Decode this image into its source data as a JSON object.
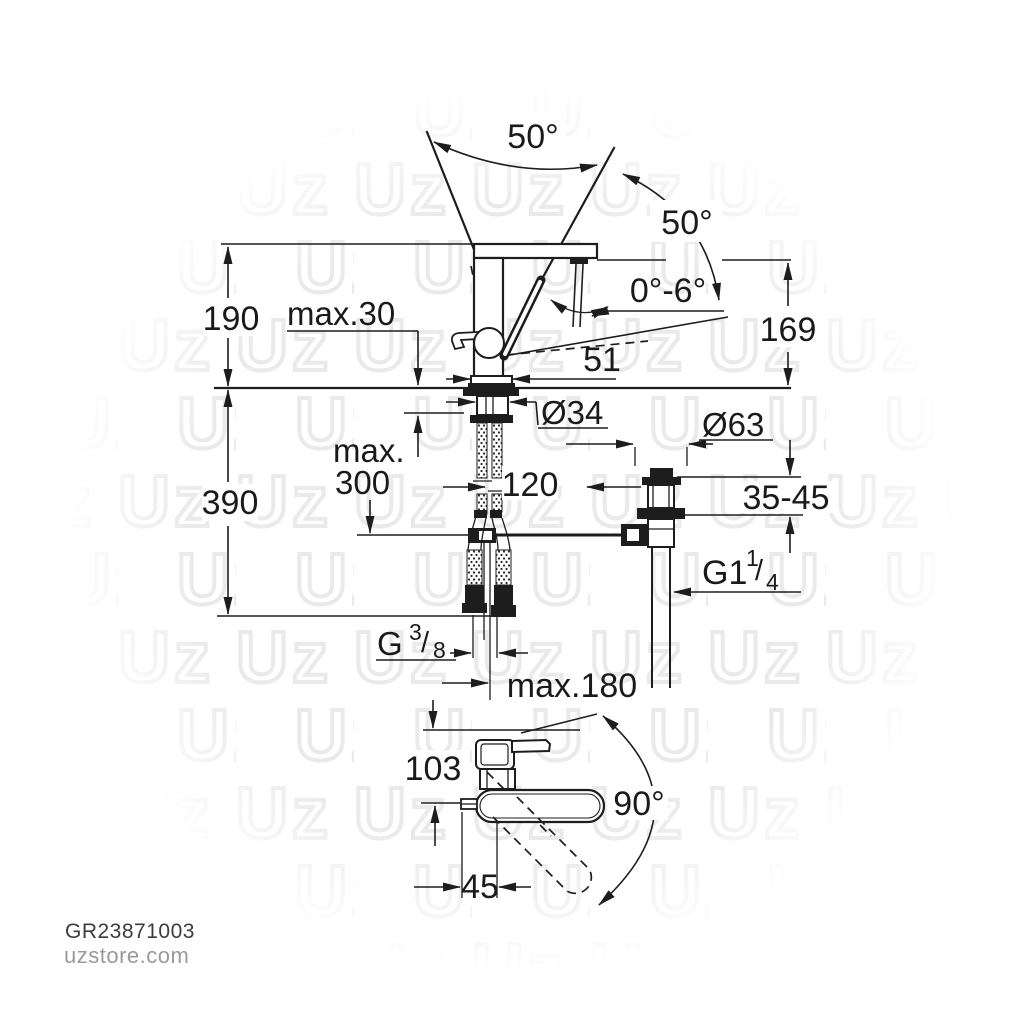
{
  "drawing": {
    "title_hint": "faucet dimensional drawing",
    "colors": {
      "line": "#1d1d1d",
      "background": "#ffffff",
      "watermark": "#eaeaea",
      "product_code_text": "#3c3c3c",
      "site_text": "#9a9a9a"
    },
    "watermark_text": "Uz",
    "labels": {
      "top_angle": "50°",
      "side_angle": "50°",
      "spout_tilt": "0°-6°",
      "body_height": "190",
      "deck_max": "max.30",
      "outlet_height": "169",
      "outlet_offset": "51",
      "shank_dia": "Ø34",
      "depth_max_line1": "max.",
      "depth_max_line2": "300",
      "rod_offset": "120",
      "total_depth": "390",
      "waste_dia": "Ø63",
      "deck_thickness_range": "35-45",
      "waste_thread": {
        "base": "G1",
        "sup": "1",
        "slash": "/",
        "sub": "4"
      },
      "supply_thread": {
        "base": "G",
        "sup": "3",
        "slash": "/",
        "sub": "8"
      },
      "reach_max": "max.180",
      "lever_length": "103",
      "swivel": "90°",
      "base_offset": "45"
    },
    "footer": {
      "product_code": "GR23871003",
      "site": "uzstore.com"
    }
  }
}
